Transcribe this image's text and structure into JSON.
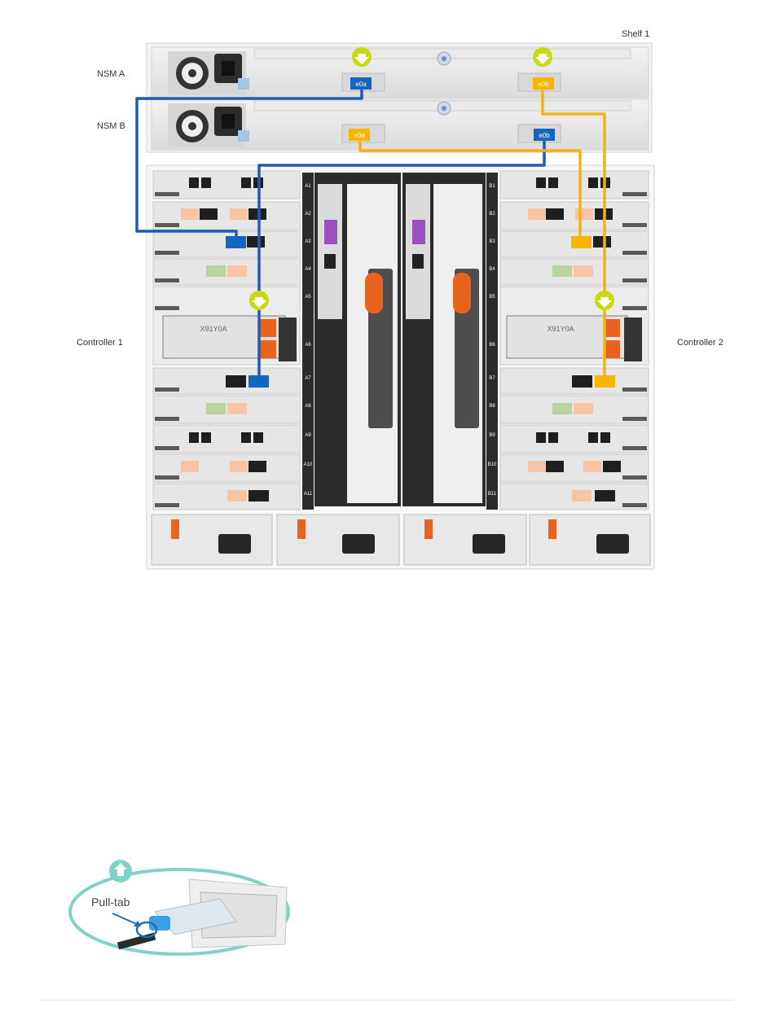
{
  "labels": {
    "shelf": "Shelf 1",
    "nsm_a": "NSM A",
    "nsm_b": "NSM B",
    "controller_1": "Controller 1",
    "controller_2": "Controller 2",
    "module_left": "X91Y0A",
    "module_right": "X91Y0A",
    "pull_tab": "Pull-tab"
  },
  "ports": {
    "nsm_a_left": "e0a",
    "nsm_a_right": "e0b",
    "nsm_b_left": "e0a",
    "nsm_b_right": "e0b"
  },
  "slot_labels": {
    "left": [
      "A1",
      "A2",
      "A3",
      "A4",
      "A5",
      "A6",
      "A7",
      "A8",
      "A9",
      "A10",
      "A11"
    ],
    "right": [
      "B1",
      "B2",
      "B3",
      "B4",
      "B5",
      "B6",
      "B7",
      "B8",
      "B9",
      "B10",
      "B11"
    ]
  },
  "colors": {
    "cable_blue": "#1e5bb5",
    "cable_yellow": "#f2b21a",
    "port_blue": "#1565c0",
    "port_yellow": "#f7b500",
    "handle_orange": "#e8641e",
    "marker_green": "#c8d90f",
    "callout_ring": "#7fd3c6"
  }
}
